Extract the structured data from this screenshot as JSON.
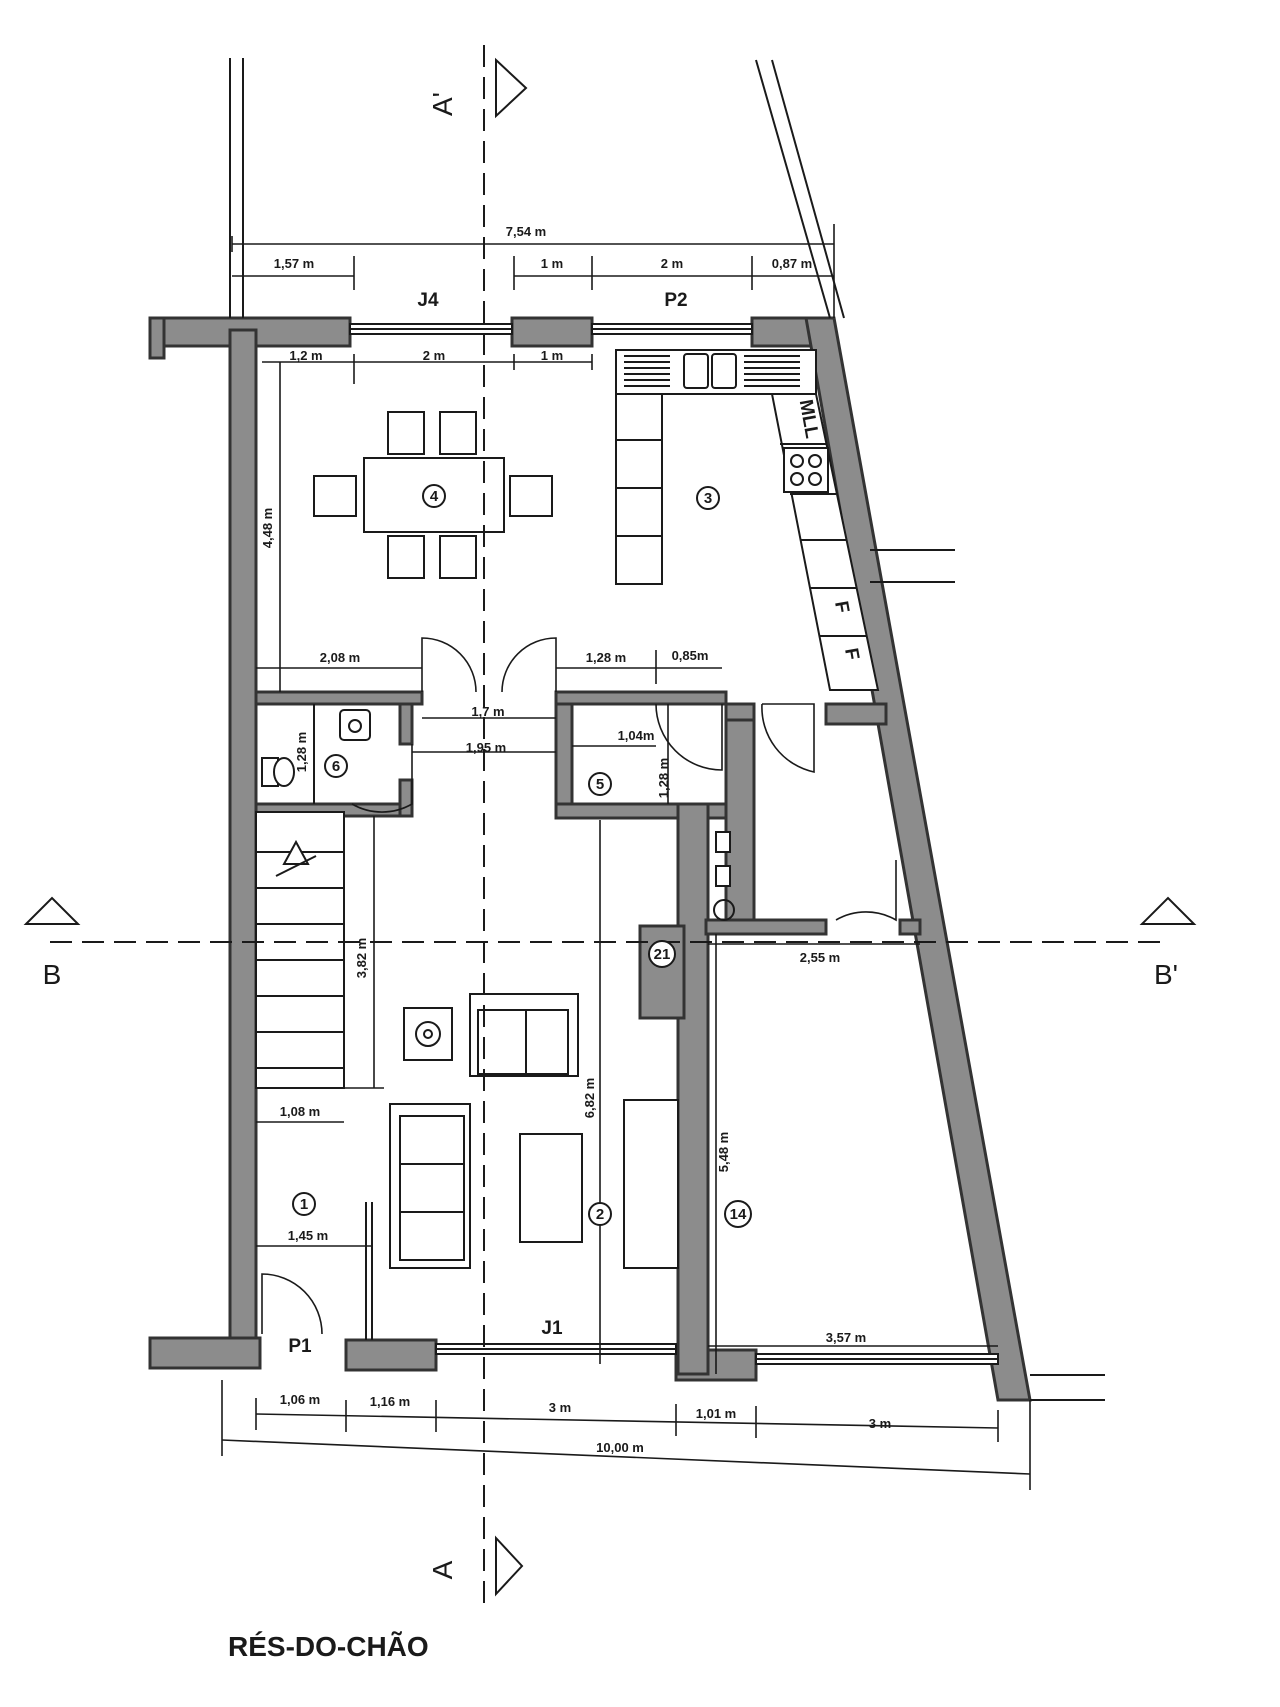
{
  "title": "RÉS-DO-CHÃO",
  "sections": {
    "a_top": "A'",
    "a_bottom": "A",
    "b_left": "B",
    "b_right": "B'"
  },
  "openings": {
    "j4": "J4",
    "p2": "P2",
    "j1": "J1",
    "p1": "P1"
  },
  "rooms": {
    "r1": "1",
    "r2": "2",
    "r3": "3",
    "r4": "4",
    "r5": "5",
    "r6": "6",
    "r14": "14",
    "r21": "21"
  },
  "appliances": {
    "mll": "MLL",
    "fridge_a": "F",
    "fridge_b": "F"
  },
  "dimensions": {
    "top_total": "7,54 m",
    "top_a": "1,57 m",
    "top_b": "1 m",
    "top_c": "2 m",
    "top_d": "0,87 m",
    "in_a": "1,2 m",
    "in_b": "2 m",
    "in_c": "1 m",
    "h_448": "4,48 m",
    "d_208": "2,08 m",
    "d_128a": "1,28 m",
    "d_085": "0,85m",
    "d_17": "1,7 m",
    "d_195": "1,95 m",
    "d_104": "1,04m",
    "v_128b": "1,28 m",
    "v_128c": "1,28 m",
    "v_382": "3,82 m",
    "v_682": "6,82 m",
    "v_548": "5,48 m",
    "d_255": "2,55 m",
    "d_108": "1,08 m",
    "d_145": "1,45 m",
    "d_357": "3,57 m",
    "bot_a": "1,06 m",
    "bot_b": "1,16 m",
    "bot_c": "3 m",
    "bot_d": "1,01 m",
    "bot_e": "3 m",
    "bot_total": "10,00 m"
  }
}
